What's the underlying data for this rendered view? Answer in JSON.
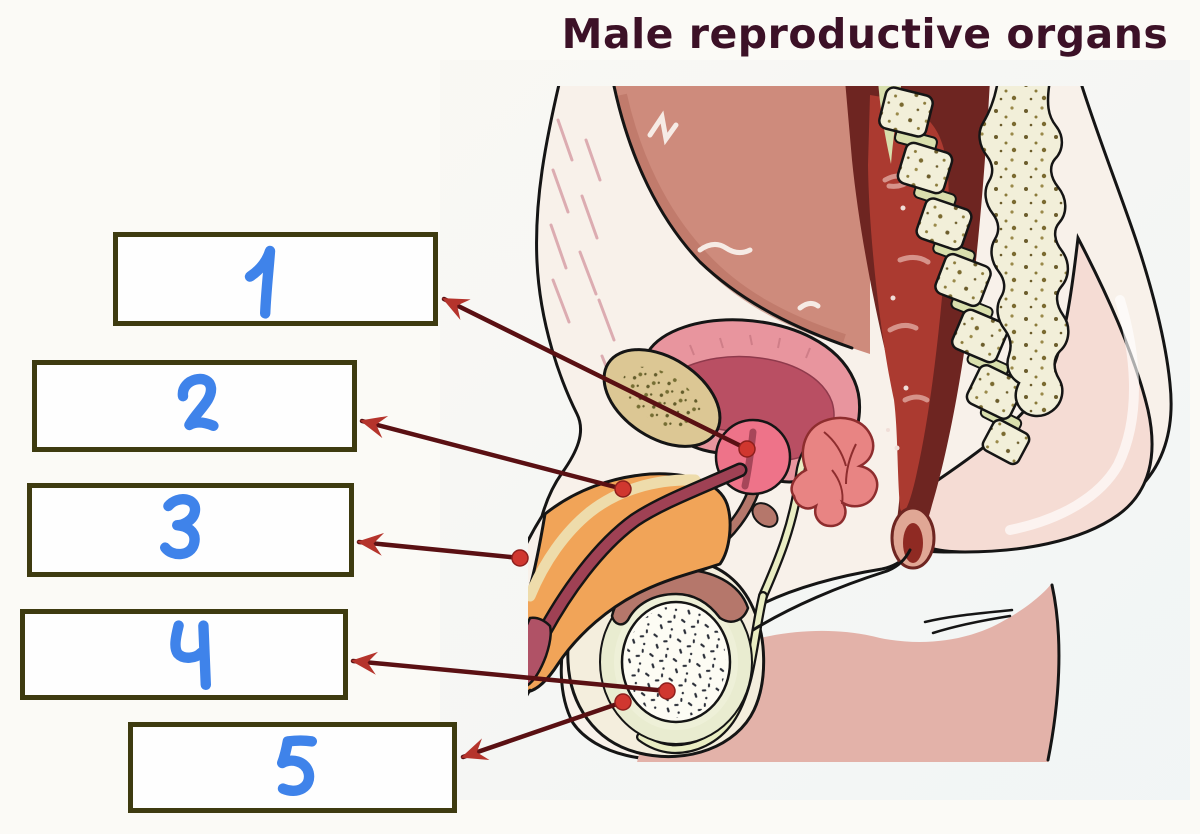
{
  "title": "Male reproductive organs",
  "palette": {
    "page_bg": "#fbfaf6",
    "title_color": "#3c1127",
    "box_border": "#3e3b10",
    "box_fill": "#fefefe",
    "ink_blue": "#3f83ea",
    "arrow_line": "#5a1013",
    "arrow_head": "#b5342c",
    "arrow_dot": "#d0372f"
  },
  "answer_boxes": [
    {
      "number": "1"
    },
    {
      "number": "2"
    },
    {
      "number": "3"
    },
    {
      "number": "4"
    },
    {
      "number": "5"
    }
  ]
}
